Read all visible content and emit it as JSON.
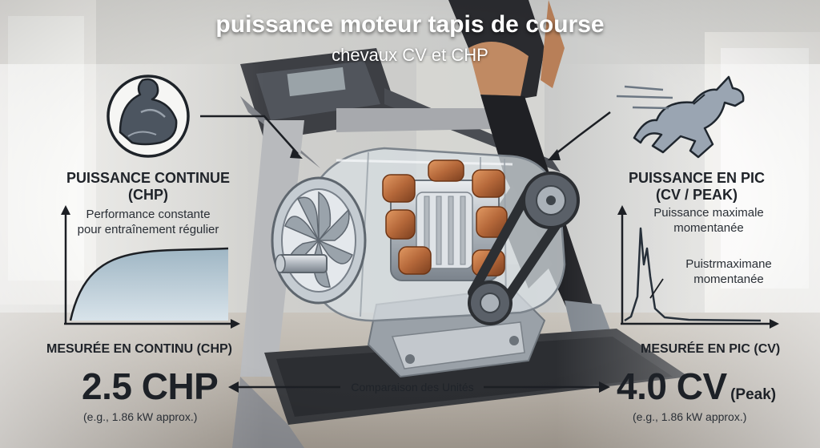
{
  "title": "puissance moteur tapis de course",
  "subtitle": "chevaux CV et CHP",
  "left": {
    "heading_line1": "PUISSANCE CONTINUE",
    "heading_line2": "(CHP)",
    "desc_line1": "Performance constante",
    "desc_line2": "pour entraînement régulier",
    "measure": "MESURÉE EN CONTINU (CHP)",
    "value": "2.5 CHP",
    "approx": "(e.g., 1.86 kW approx.)"
  },
  "right": {
    "heading_line1": "PUISSANCE EN PIC",
    "heading_line2": "(CV / PEAK)",
    "desc_line1": "Puissance maximale",
    "desc_line2": "momentanée",
    "desc2_line1": "Puistrmaximane",
    "desc2_line2": "momentanée",
    "measure": "MESURÉE EN PIC (CV)",
    "value": "4.0 CV",
    "value_suffix": "(Peak)",
    "approx": "(e.g., 1.86 kW approx.)"
  },
  "comparison": "Comparaison des Unités",
  "icons": {
    "left": "flexed-bicep-icon",
    "right": "galloping-horse-icon"
  },
  "colors": {
    "curve_fill": "#a9bfcb",
    "copper": "#b5683a",
    "steel": "#b8bec4"
  }
}
